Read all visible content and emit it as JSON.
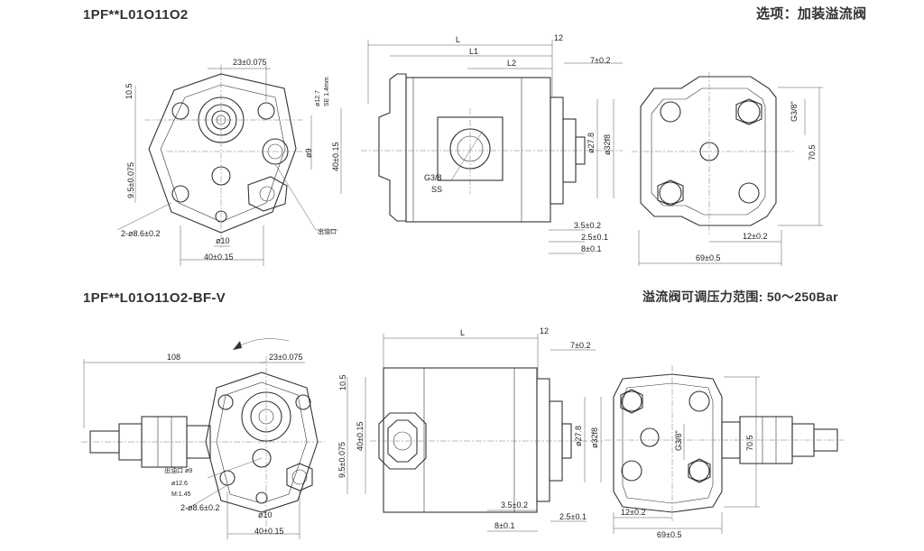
{
  "top": {
    "model": "1PF**L01O11O2",
    "note": "选项：加装溢流阀",
    "front": {
      "d_23": "23±0.075",
      "d_105": "10.5",
      "d_95": "9.5±0.075",
      "d_40h": "40±0.15",
      "d_40w": "40±0.15",
      "d_phi9": "ø9",
      "d_phi10": "ø10",
      "d_holes": "2-ø8.6±0.2",
      "d_shaft": "ø12.7",
      "d_spline": "SE 1.4mm",
      "outlet": "出油口"
    },
    "side": {
      "d_L": "L",
      "d_L1": "L1",
      "d_L2": "L2",
      "d_12": "12",
      "d_7": "7±0.2",
      "d_278": "ø27.8",
      "d_32": "ø32f8",
      "d_35": "3.5±0.2",
      "d_25": "2.5±0.1",
      "d_8": "8±0.1",
      "port": "G3/8",
      "port_sub": "SS"
    },
    "rear": {
      "d_705": "70.5",
      "d_12": "12±0.2",
      "d_69": "69±0.5",
      "port": "G3/8\""
    }
  },
  "bottom": {
    "model": "1PF**L01O11O2-BF-V",
    "note": "溢流阀可调压力范围: 50～250Bar",
    "front": {
      "d_108": "108",
      "d_23": "23±0.075",
      "d_105": "10.5",
      "d_40h": "40±0.15",
      "d_95": "9.5±0.075",
      "d_40w": "40±0.15",
      "d_phi10": "ø10",
      "d_holes": "2-ø8.6±0.2",
      "outlet": "出油口 ø9",
      "shaft": "ø12.6",
      "module": "M:1.45"
    },
    "side": {
      "d_L": "L",
      "d_12": "12",
      "d_7": "7±0.2",
      "d_278": "ø27.8",
      "d_32": "ø32f8",
      "d_35": "3.5±0.2",
      "d_25": "2.5±0.1",
      "d_8": "8±0.1"
    },
    "rear": {
      "d_705": "70.5",
      "d_12": "12±0.2",
      "d_69": "69±0.5",
      "port": "G3/8\""
    }
  }
}
